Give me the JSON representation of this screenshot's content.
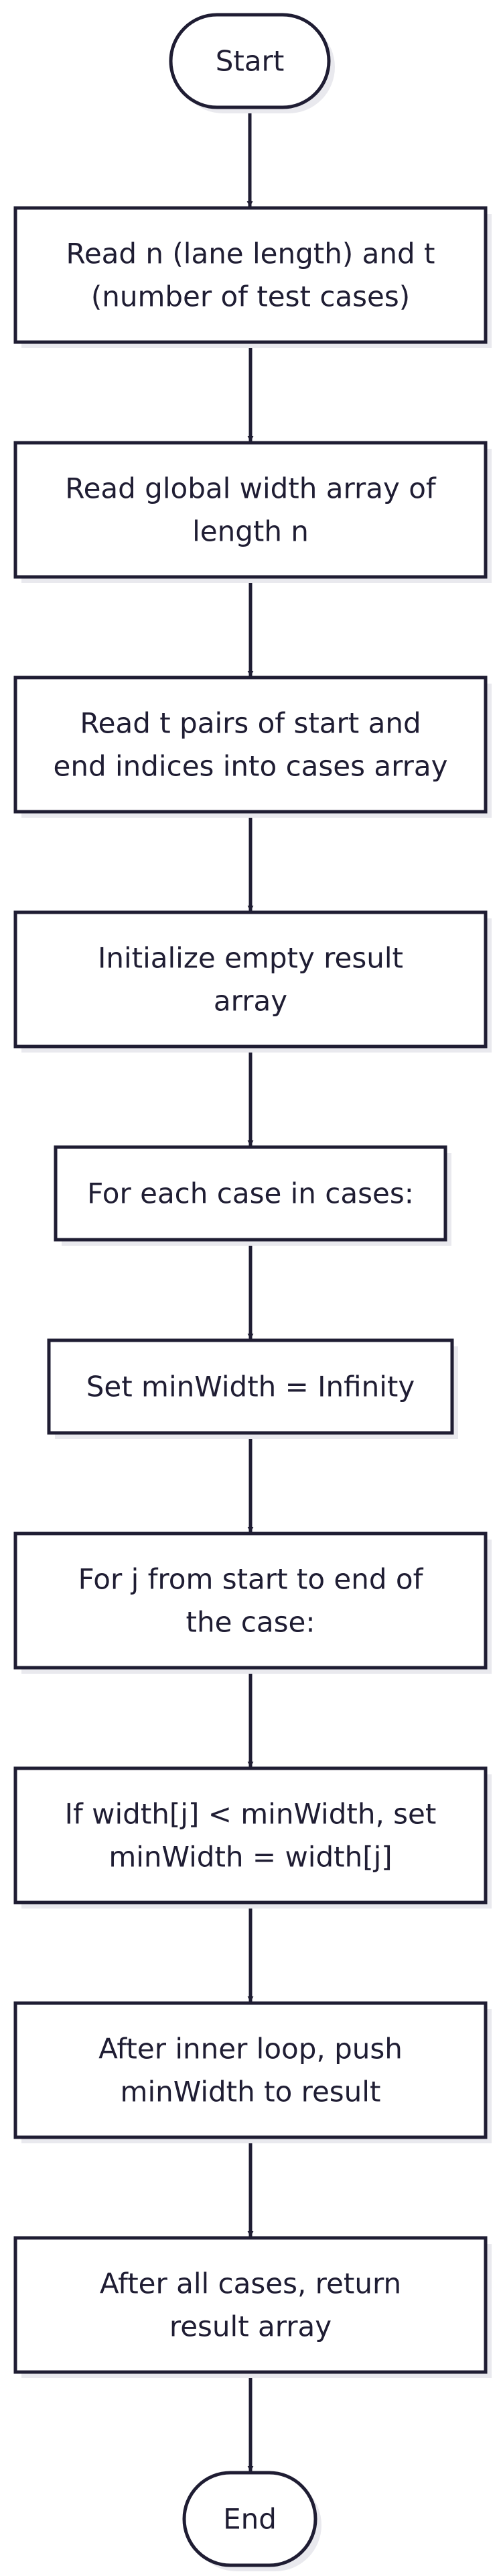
{
  "flowchart": {
    "nodes": [
      {
        "id": "start",
        "shape": "terminal",
        "lines": [
          "Start"
        ]
      },
      {
        "id": "read-n-t",
        "shape": "process",
        "lines": [
          "Read n (lane length) and t",
          "(number of test cases)"
        ]
      },
      {
        "id": "read-width",
        "shape": "process",
        "lines": [
          "Read global width array of",
          "length n"
        ]
      },
      {
        "id": "read-pairs",
        "shape": "process",
        "lines": [
          "Read t pairs of start and",
          "end indices into cases array"
        ]
      },
      {
        "id": "init-result",
        "shape": "process",
        "lines": [
          "Initialize empty result",
          "array"
        ]
      },
      {
        "id": "for-each-case",
        "shape": "process",
        "lines": [
          "For each case in cases:"
        ]
      },
      {
        "id": "set-minwidth",
        "shape": "process",
        "lines": [
          "Set minWidth = Infinity"
        ]
      },
      {
        "id": "for-j",
        "shape": "process",
        "lines": [
          "For j from start to end of",
          "the case:"
        ]
      },
      {
        "id": "if-width",
        "shape": "process",
        "lines": [
          "If width[j] < minWidth, set",
          "minWidth = width[j]"
        ]
      },
      {
        "id": "push-result",
        "shape": "process",
        "lines": [
          "After inner loop, push",
          "minWidth to result"
        ]
      },
      {
        "id": "return-result",
        "shape": "process",
        "lines": [
          "After all cases, return",
          "result array"
        ]
      },
      {
        "id": "end",
        "shape": "terminal",
        "lines": [
          "End"
        ]
      }
    ],
    "edges": [
      [
        "start",
        "read-n-t"
      ],
      [
        "read-n-t",
        "read-width"
      ],
      [
        "read-width",
        "read-pairs"
      ],
      [
        "read-pairs",
        "init-result"
      ],
      [
        "init-result",
        "for-each-case"
      ],
      [
        "for-each-case",
        "set-minwidth"
      ],
      [
        "set-minwidth",
        "for-j"
      ],
      [
        "for-j",
        "if-width"
      ],
      [
        "if-width",
        "push-result"
      ],
      [
        "push-result",
        "return-result"
      ],
      [
        "return-result",
        "end"
      ]
    ],
    "colors": {
      "stroke": "#1f1d33",
      "fill": "#ffffff",
      "shadow": "#e9e9ee",
      "text": "#1f1d33"
    }
  }
}
